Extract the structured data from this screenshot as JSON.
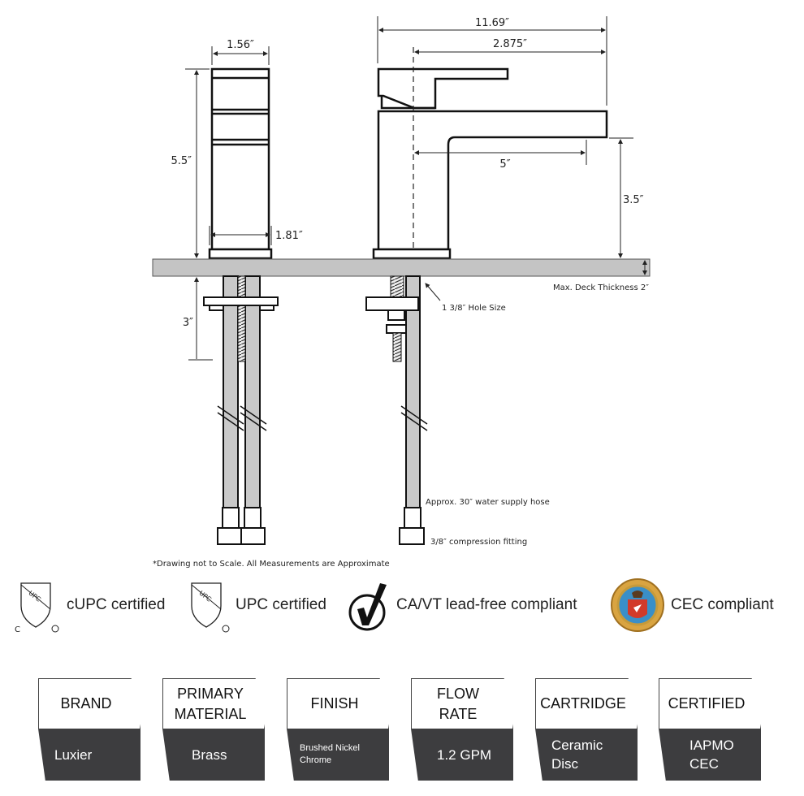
{
  "dimensions": {
    "side_width": "1.56″",
    "side_height": "5.5″",
    "base_width": "1.81″",
    "overall_length": "11.69″",
    "center_to_front": "2.875″",
    "spout_reach": "5″",
    "spout_height": "3.5″",
    "below_deck": "3″"
  },
  "notes": {
    "deck_thickness": "Max. Deck Thickness 2″",
    "hole_size": "1 3/8″ Hole Size",
    "hose": "Approx. 30″ water supply hose",
    "fitting": "3/8″ compression fitting",
    "disclaimer": "*Drawing not to Scale. All Measurements are Approximate"
  },
  "certifications": [
    {
      "label": "cUPC certified",
      "icon": "cupc-shield-icon",
      "mark": "UPC",
      "prefix": "C"
    },
    {
      "label": "UPC certified",
      "icon": "upc-shield-icon",
      "mark": "UPC"
    },
    {
      "label": "CA/VT lead-free compliant",
      "icon": "checkmark-circle-icon"
    },
    {
      "label": "CEC compliant",
      "icon": "cec-seal-icon"
    }
  ],
  "specs": [
    {
      "title": "BRAND",
      "value": "Luxier"
    },
    {
      "title": "PRIMARY MATERIAL",
      "value": "Brass"
    },
    {
      "title": "FINISH",
      "value": "Brushed Nickel Chrome"
    },
    {
      "title": "FLOW RATE",
      "value": "1.2 GPM"
    },
    {
      "title": "CARTRIDGE",
      "value": "Ceramic Disc"
    },
    {
      "title": "CERTIFIED",
      "value": "IAPMO CEC"
    }
  ],
  "colors": {
    "card_dark": "#3d3d3f",
    "deck": "#c4c4c4"
  }
}
